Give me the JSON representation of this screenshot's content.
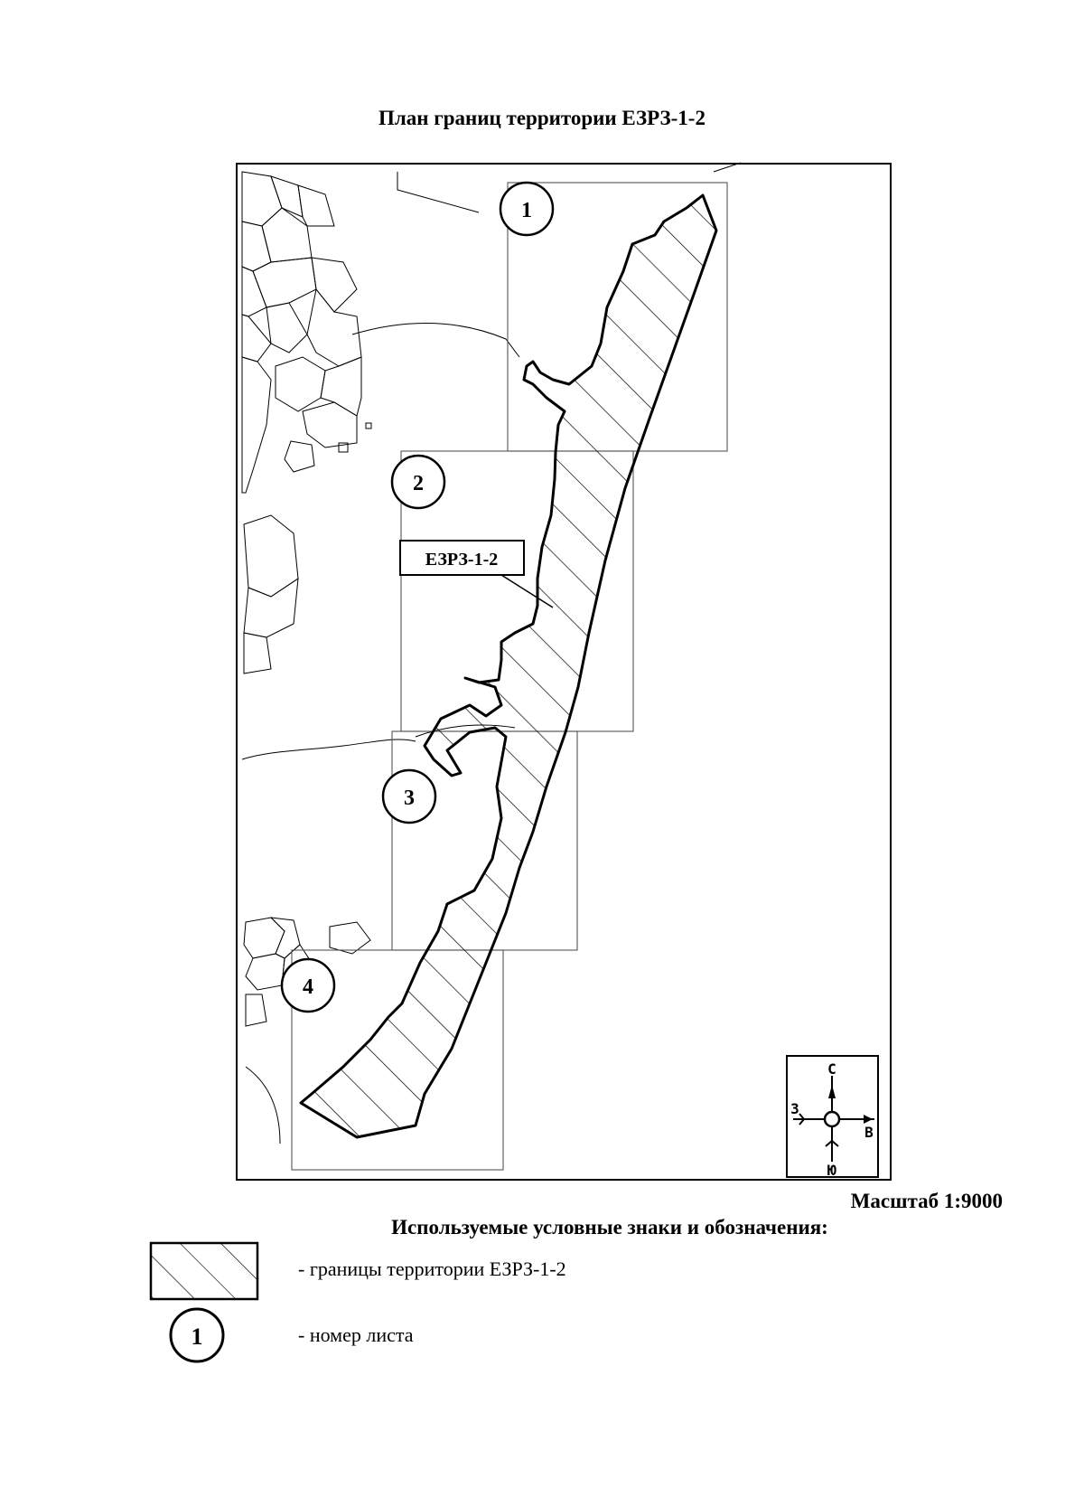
{
  "title": "План границ территории ЕЗРЗ-1-2",
  "map": {
    "zone_label": "ЕЗРЗ-1-2",
    "sheets": [
      {
        "number": "1"
      },
      {
        "number": "2"
      },
      {
        "number": "3"
      },
      {
        "number": "4"
      }
    ],
    "compass": {
      "north": "С",
      "south": "Ю",
      "west": "З",
      "east": "В"
    }
  },
  "scale": "Масштаб 1:9000",
  "legend": {
    "title": "Используемые условные знаки и обозначения:",
    "items": [
      {
        "symbol": "hatched-rectangle",
        "text": "- границы территории ЕЗРЗ-1-2"
      },
      {
        "symbol": "numbered-circle",
        "symbol_text": "1",
        "text": "- номер листа"
      }
    ]
  }
}
